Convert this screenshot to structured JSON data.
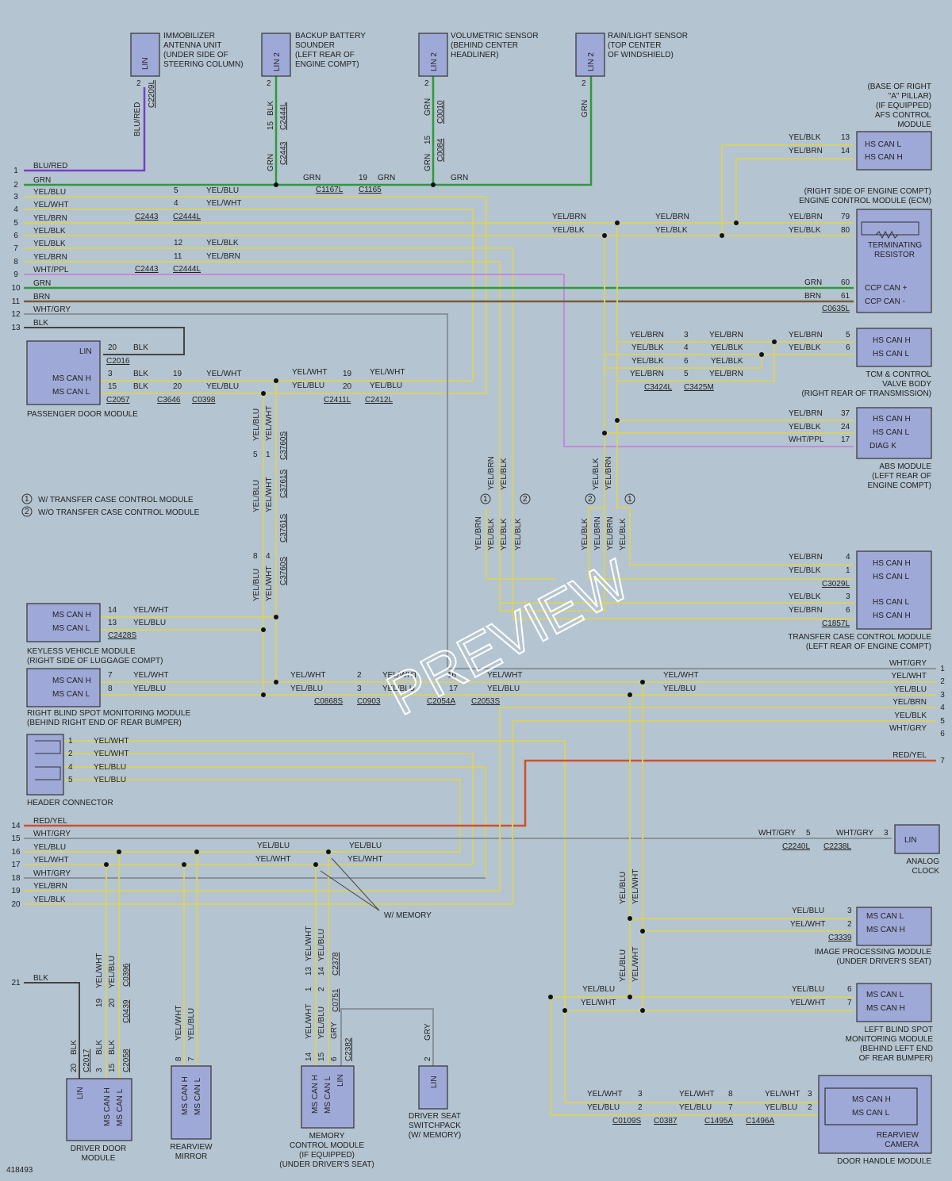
{
  "diagram_id": "418493",
  "watermark": "PREVIEW",
  "colors": {
    "yellow": "#d8d06a",
    "green": "#2e9a3a",
    "purple": "#7b3fc8",
    "pink": "#c48ad6",
    "brown": "#7a5a3a",
    "gray": "#8a939b",
    "dark": "#444444",
    "red": "#d2502a"
  },
  "legend": {
    "n1": "1",
    "n2": "2",
    "l1": "W/ TRANSFER CASE CONTROL MODULE",
    "l2": "W/O TRANSFER CASE CONTROL MODULE"
  },
  "left_pins": [
    "1",
    "2",
    "3",
    "4",
    "5",
    "6",
    "7",
    "8",
    "9",
    "10",
    "11",
    "12",
    "13"
  ],
  "left_pins2": [
    "14",
    "15",
    "16",
    "17",
    "18",
    "19",
    "20",
    "21"
  ],
  "right_pins": [
    "1",
    "2",
    "3",
    "4",
    "5",
    "6",
    "7"
  ],
  "left_wire_labels": [
    "BLU/RED",
    "GRN",
    "YEL/BLU",
    "YEL/WHT",
    "YEL/BRN",
    "YEL/BLK",
    "YEL/BLK",
    "YEL/BRN",
    "WHT/PPL",
    "GRN",
    "BRN",
    "WHT/GRY",
    "BLK"
  ],
  "left_wire_labels2": [
    "RED/YEL",
    "WHT/GRY",
    "YEL/BLU",
    "YEL/WHT",
    "WHT/GRY",
    "YEL/BRN",
    "YEL/BLK",
    "BLK"
  ],
  "right_wire_labels": [
    "WHT/GRY",
    "YEL/WHT",
    "YEL/BLU",
    "YEL/BRN",
    "YEL/BLK",
    "WHT/GRY",
    "RED/YEL"
  ],
  "top_modules": {
    "immobilizer": {
      "pin": "LIN",
      "text": [
        "IMMOBILIZER",
        "ANTENNA UNIT",
        "(UNDER SIDE OF",
        "STEERING COLUMN)"
      ],
      "wire": "BLU/RED",
      "cav": "2",
      "conn": "C2209L"
    },
    "backup": {
      "pin": "LIN 2",
      "text": [
        "BACKUP BATTERY",
        "SOUNDER",
        "(LEFT REAR OF",
        "ENGINE COMPT)"
      ],
      "wire": "BLK",
      "cav": "15",
      "conn": "C2444L",
      "wire2": "GRN",
      "conn2": "C2443"
    },
    "volumetric": {
      "pin": "LIN 2",
      "text": [
        "VOLUMETRIC SENSOR",
        "(BEHIND CENTER",
        "HEADLINER)"
      ],
      "wire": "GRN",
      "cav": "2",
      "conn": "C0010",
      "wire2": "GRN",
      "cav2": "15",
      "conn2": "C0084"
    },
    "rain": {
      "pin": "LIN 2",
      "text": [
        "RAIN/LIGHT SENSOR",
        "(TOP CENTER",
        "OF WINDSHIELD)"
      ],
      "wire": "GRN",
      "cav": "2"
    }
  },
  "afs": {
    "text": [
      "(BASE OF RIGHT",
      "\"A\" PILLAR)",
      "(IF EQUIPPED)",
      "AFS CONTROL",
      "MODULE"
    ],
    "pins": [
      "HS CAN L",
      "HS CAN H"
    ],
    "wires": [
      "YEL/BLK",
      "YEL/BRN"
    ],
    "cavs": [
      "13",
      "14"
    ]
  },
  "ecm": {
    "text": [
      "(RIGHT SIDE OF ENGINE COMPT)",
      "ENGINE CONTROL MODULE (ECM)"
    ],
    "wires": [
      "YEL/BRN",
      "YEL/BLK",
      "GRN",
      "BRN"
    ],
    "cavs": [
      "79",
      "80",
      "60",
      "61"
    ],
    "pins": [
      "TERMINATING",
      "RESISTOR",
      "CCP CAN +",
      "CCP CAN -"
    ],
    "conn": "C0635L"
  },
  "tcm": {
    "text": [
      "TCM & CONTROL",
      "VALVE BODY",
      "(RIGHT REAR OF TRANSMISSION)"
    ],
    "pins": [
      "HS CAN H",
      "HS CAN L"
    ],
    "wires": [
      "YEL/BRN",
      "YEL/BLK"
    ],
    "cavs": [
      "5",
      "6"
    ]
  },
  "tcm_splice": {
    "wires_l": [
      "YEL/BRN",
      "YEL/BLK",
      "YEL/BLK",
      "YEL/BRN"
    ],
    "wires_r": [
      "YEL/BRN",
      "YEL/BLK",
      "YEL/BLK",
      "YEL/BRN"
    ],
    "cavs": [
      "3",
      "4",
      "6",
      "5"
    ],
    "conn_l": "C3424L",
    "conn_r": "C3425M"
  },
  "abs": {
    "text": [
      "ABS MODULE",
      "(LEFT REAR OF",
      "ENGINE COMPT)"
    ],
    "pins": [
      "HS CAN H",
      "HS CAN L",
      "DIAG K"
    ],
    "wires": [
      "YEL/BRN",
      "YEL/BLK",
      "WHT/PPL"
    ],
    "cavs": [
      "37",
      "24",
      "17"
    ]
  },
  "tccm": {
    "text": [
      "TRANSFER CASE CONTROL MODULE",
      "(LEFT REAR OF ENGINE COMPT)"
    ],
    "pins": [
      "HS CAN H",
      "HS CAN L",
      "HS CAN L",
      "HS CAN H"
    ],
    "wires": [
      "YEL/BRN",
      "YEL/BLK",
      "YEL/BLK",
      "YEL/BRN"
    ],
    "cavs": [
      "4",
      "1",
      "3",
      "6"
    ],
    "conn1": "C3029L",
    "conn2": "C1857L"
  },
  "mid_left_labels": [
    "YEL/BRN",
    "YEL/BLK",
    "YEL/BRN",
    "YEL/BLK",
    "YEL/BLK",
    "YEL/BLK"
  ],
  "mid_right_labels": [
    "YEL/BLK",
    "YEL/BRN",
    "YEL/BLK",
    "YEL/BRN",
    "YEL/BRN",
    "YEL/BLK"
  ],
  "connectors_top": {
    "c5": "5",
    "c4": "4",
    "c12": "12",
    "c11": "11",
    "w1": "YEL/BLU",
    "w2": "YEL/WHT",
    "w3": "YEL/BLK",
    "w4": "YEL/BRN",
    "a": "C2443",
    "b": "C2444L",
    "a2": "C2443",
    "b2": "C2444L",
    "g1": "GRN",
    "g2": "GRN",
    "c19": "19",
    "ca": "C1167L",
    "cb": "C1165",
    "g3": "GRN",
    "ybrn": "YEL/BRN",
    "yblk": "YEL/BLK",
    "ybrn2": "YEL/BRN",
    "yblk2": "YEL/BLK"
  },
  "pdm": {
    "text": "PASSENGER DOOR MODULE",
    "pins": [
      "LIN",
      "MS CAN H",
      "MS CAN L"
    ],
    "wires": [
      "BLK",
      "BLK",
      "BLK"
    ],
    "cavs": [
      "20",
      "3",
      "15"
    ],
    "conns": [
      "C2016",
      "C2057",
      "C3646",
      "C0398"
    ],
    "c19": "19",
    "c20": "20",
    "w1": "YEL/WHT",
    "w2": "YEL/BLU"
  },
  "pdm_splice": {
    "w1": "YEL/WHT",
    "w2": "YEL/BLU",
    "c19": "19",
    "c20": "20",
    "w3": "YEL/WHT",
    "w4": "YEL/BLU",
    "ca": "C2411L",
    "cb": "C2412L"
  },
  "vertical": {
    "w1": "YEL/BLU",
    "w2": "YEL/WHT",
    "c5": "5",
    "c1": "1",
    "cA": "C3760S",
    "cB": "C3761S",
    "w3": "YEL/BLU",
    "w4": "YEL/WHT",
    "c8": "8",
    "c4": "4",
    "cC": "C3761S",
    "cD": "C3760S",
    "w5": "YEL/BLU",
    "w6": "YEL/WHT"
  },
  "kvm": {
    "text": [
      "KEYLESS VEHICLE MODULE",
      "(RIGHT SIDE OF LUGGAGE COMPT)"
    ],
    "pins": [
      "MS CAN H",
      "MS CAN L"
    ],
    "wires": [
      "YEL/WHT",
      "YEL/BLU"
    ],
    "cavs": [
      "14",
      "13"
    ],
    "conn": "C2428S"
  },
  "rbsm": {
    "text": [
      "RIGHT BLIND SPOT MONITORING MODULE",
      "(BEHIND RIGHT END OF REAR BUMPER)"
    ],
    "pins": [
      "MS CAN H",
      "MS CAN L"
    ],
    "wires": [
      "YEL/WHT",
      "YEL/BLU"
    ],
    "cavs": [
      "7",
      "8"
    ]
  },
  "rbsm_chain": {
    "w1": "YEL/WHT",
    "w2": "YEL/BLU",
    "c2": "2",
    "c3": "3",
    "ca": "C0868S",
    "cb": "C0903",
    "w3": "YEL/WHT",
    "w4": "YEL/BLU",
    "c16": "16",
    "c17": "17",
    "cc": "C2054A",
    "cd": "C2053S",
    "w5": "YEL/WHT",
    "w6": "YEL/BLU",
    "w7": "YEL/WHT",
    "w8": "YEL/BLU"
  },
  "header": {
    "text": "HEADER CONNECTOR",
    "cavs": [
      "1",
      "2",
      "4",
      "5"
    ],
    "wires": [
      "YEL/WHT",
      "YEL/WHT",
      "YEL/BLU",
      "YEL/BLU"
    ]
  },
  "clock": {
    "text": [
      "ANALOG",
      "CLOCK"
    ],
    "pin": "LIN",
    "w1": "WHT/GRY",
    "c5": "5",
    "w2": "WHT/GRY",
    "c3": "3",
    "ca": "C2240L",
    "cb": "C2238L"
  },
  "bottom_bus": {
    "w1": "YEL/BLU",
    "w2": "YEL/WHT",
    "w3": "YEL/BLU",
    "w4": "YEL/WHT"
  },
  "w_memory": "W/ MEMORY",
  "ipm": {
    "text": [
      "IMAGE PROCESSING MODULE",
      "(UNDER DRIVER'S SEAT)"
    ],
    "pins": [
      "MS CAN L",
      "MS CAN H"
    ],
    "wires": [
      "YEL/BLU",
      "YEL/WHT"
    ],
    "cavs": [
      "3",
      "2"
    ],
    "conn": "C3339",
    "v1": "YEL/BLU",
    "v2": "YEL/WHT"
  },
  "lbsm": {
    "text": [
      "LEFT BLIND SPOT",
      "MONITORING MODULE",
      "(BEHIND LEFT END",
      "OF REAR BUMPER)"
    ],
    "pins": [
      "MS CAN L",
      "MS CAN H"
    ],
    "wires": [
      "YEL/BLU",
      "YEL/WHT"
    ],
    "cavs": [
      "6",
      "7"
    ],
    "v1": "YEL/BLU",
    "v2": "YEL/WHT",
    "w3": "YEL/BLU",
    "w4": "YEL/WHT"
  },
  "dhm": {
    "text": "DOOR HANDLE MODULE",
    "sub": [
      "REARVIEW",
      "CAMERA"
    ],
    "pins": [
      "MS CAN H",
      "MS CAN L"
    ],
    "chain": {
      "w1": "YEL/WHT",
      "w2": "YEL/BLU",
      "c3": "3",
      "c2": "2",
      "ca": "C0109S",
      "cb": "C0387",
      "w3": "YEL/WHT",
      "w4": "YEL/BLU",
      "c8": "8",
      "c7": "7",
      "cc": "C1495A",
      "cd": "C1496A",
      "w5": "YEL/WHT",
      "w6": "YEL/BLU",
      "c3b": "3",
      "c2b": "2"
    }
  },
  "ddm": {
    "text": [
      "DRIVER DOOR",
      "MODULE"
    ],
    "pins": [
      "LIN",
      "MS CAN H",
      "MS CAN L"
    ],
    "wires": [
      "BLK",
      "BLK",
      "BLK"
    ],
    "cavs": [
      "20",
      "3",
      "15"
    ],
    "conns": [
      "C2017",
      "C2058"
    ],
    "v": [
      "YEL/WHT",
      "YEL/BLU"
    ],
    "vc": [
      "19",
      "20"
    ],
    "vconn": [
      "C0396",
      "C0439"
    ]
  },
  "mirror": {
    "text": [
      "REARVIEW",
      "MIRROR"
    ],
    "pins": [
      "MS CAN H",
      "MS CAN L"
    ],
    "wires": [
      "YEL/WHT",
      "YEL/BLU"
    ],
    "cavs": [
      "8",
      "7"
    ]
  },
  "memory": {
    "text": [
      "MEMORY",
      "CONTROL MODULE",
      "(IF EQUIPPED)",
      "(UNDER DRIVER'S SEAT)"
    ],
    "pins": [
      "MS CAN H",
      "MS CAN L",
      "LIN"
    ],
    "wires": [
      "YEL/WHT",
      "YEL/BLU",
      "GRY"
    ],
    "cavs": [
      "14",
      "15",
      "6"
    ],
    "conn": "C2382",
    "v": [
      "YEL/WHT",
      "YEL/BLU"
    ],
    "vc": [
      "13",
      "14"
    ],
    "vcv": [
      "1",
      "2"
    ],
    "vconn": [
      "C2378",
      "C0751"
    ]
  },
  "seat": {
    "text": [
      "DRIVER SEAT",
      "SWITCHPACK",
      "(W/ MEMORY)"
    ],
    "pin": "LIN",
    "wire": "GRY",
    "cav": "2"
  }
}
